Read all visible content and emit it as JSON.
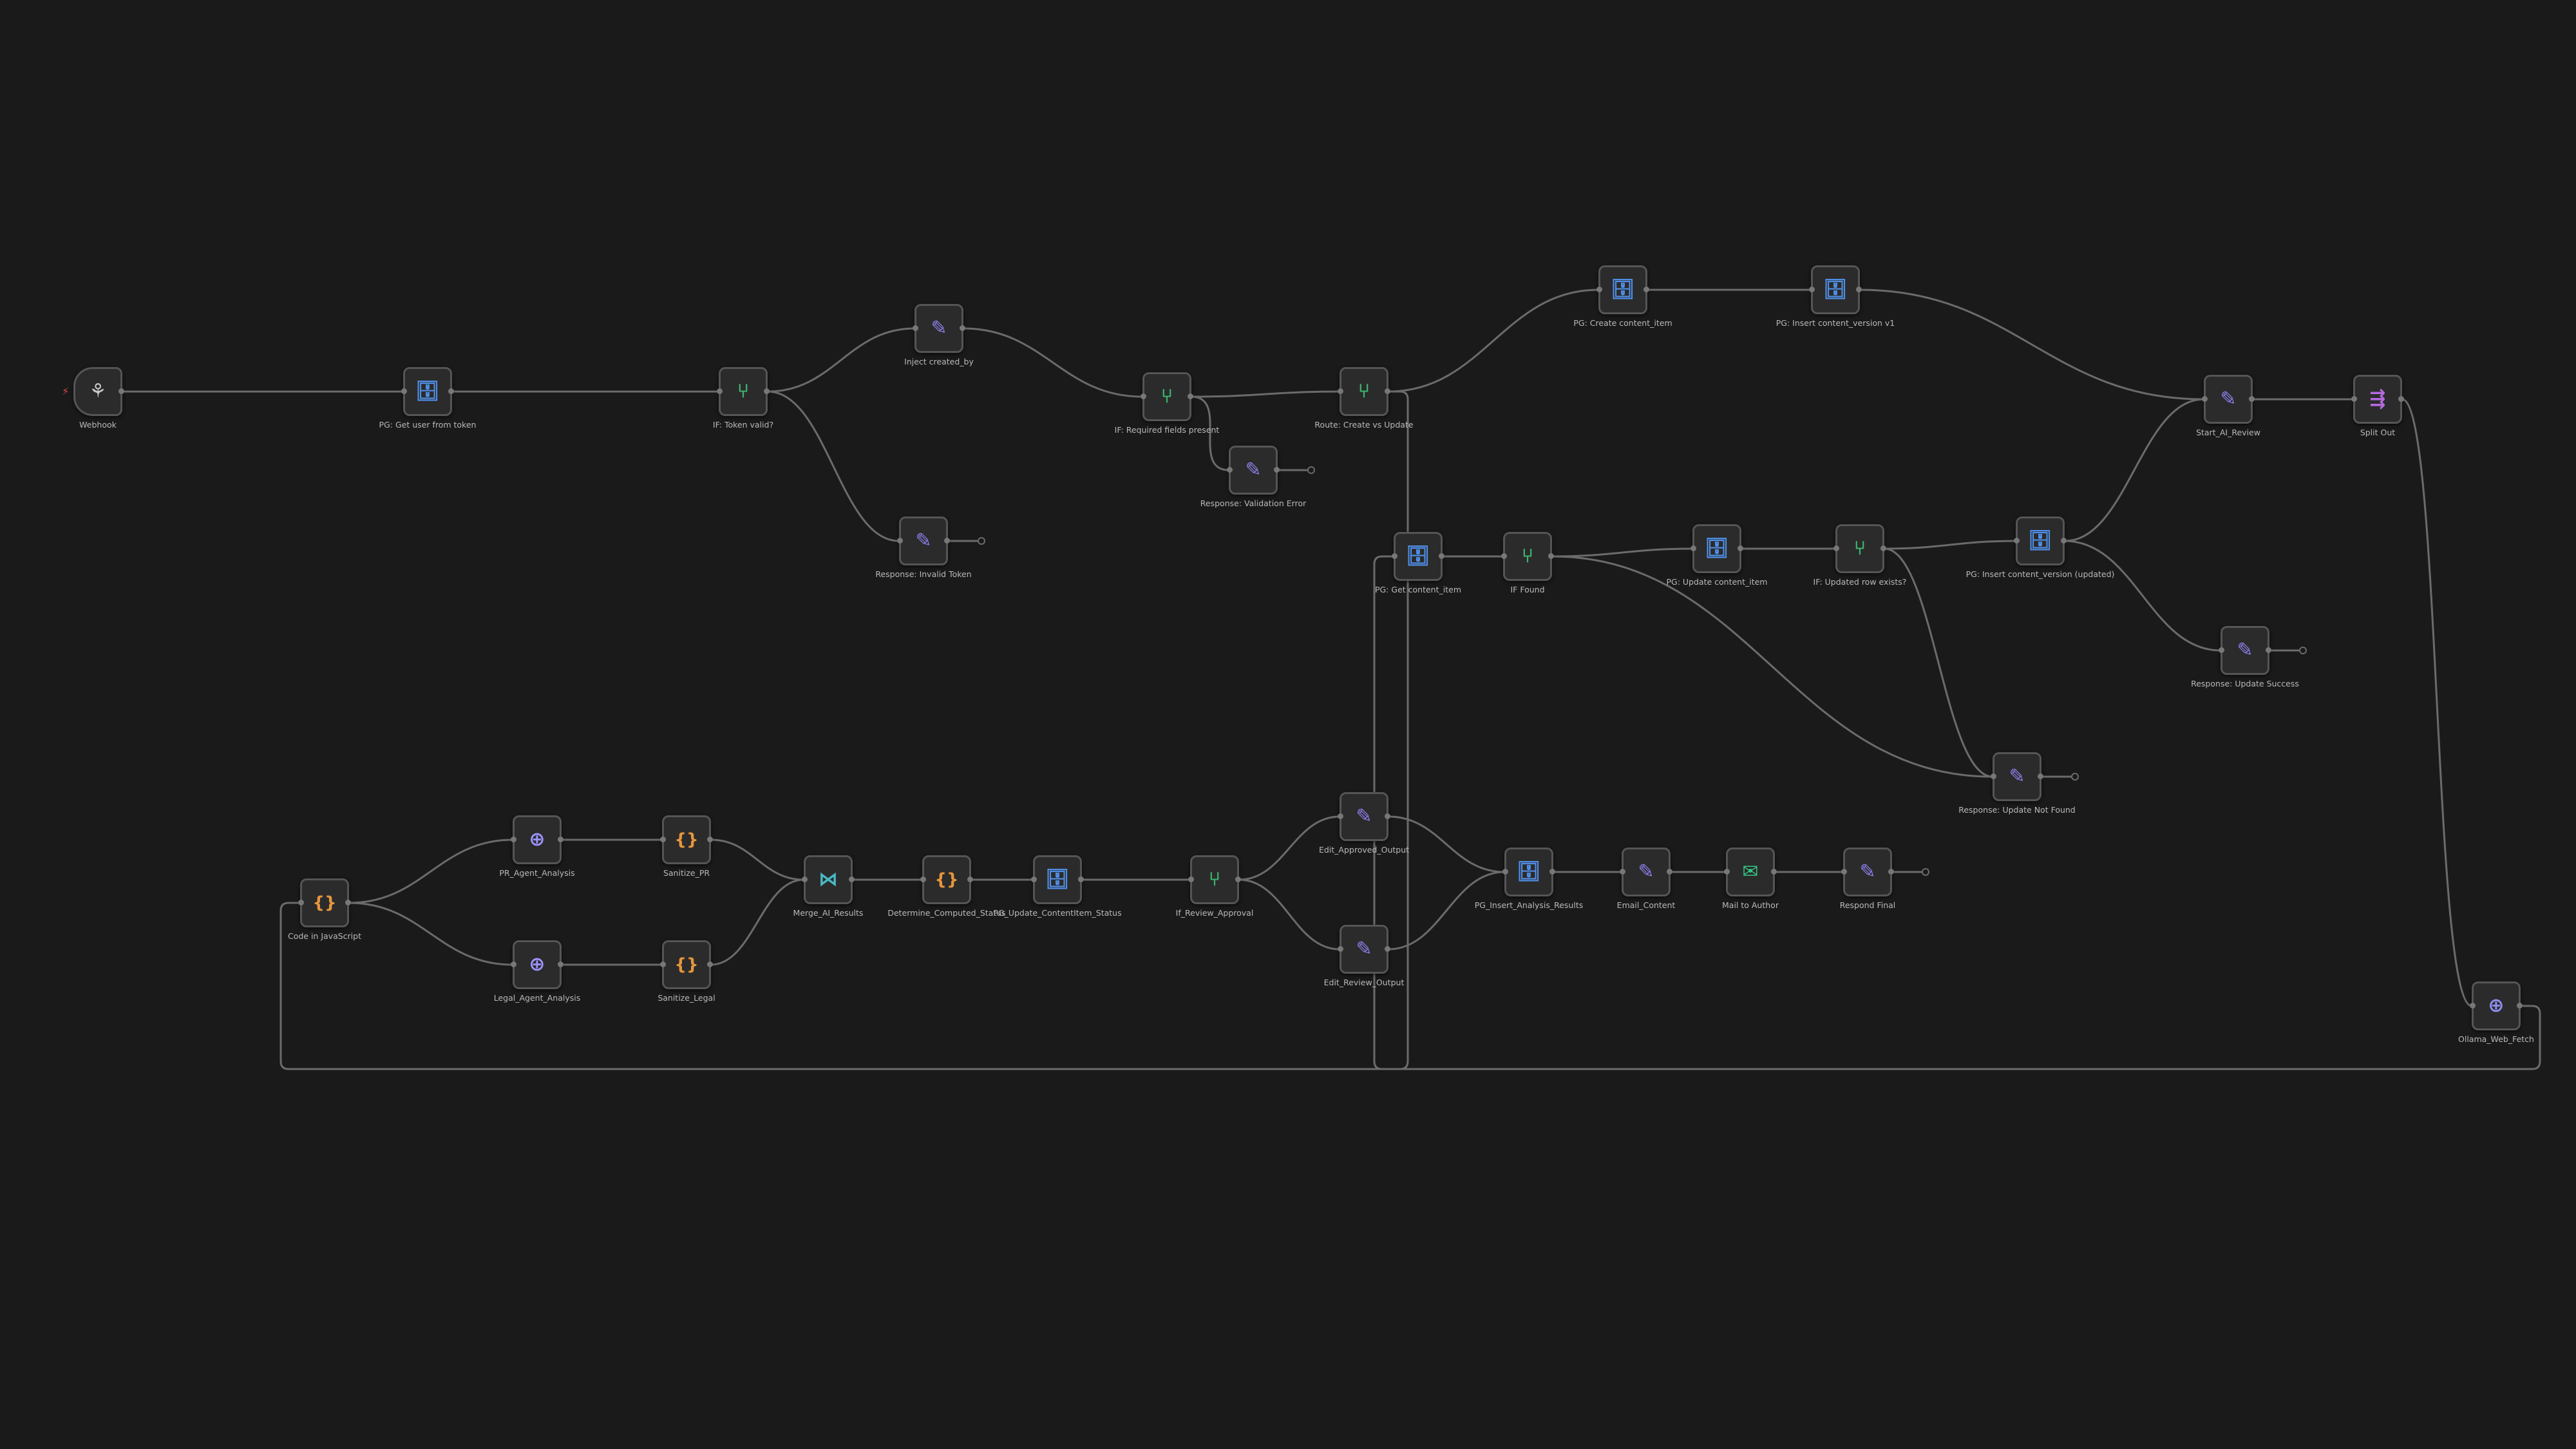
{
  "canvas": {
    "background": "#1a1a1a",
    "edge_color": "#6b6b6b"
  },
  "icon_colors": {
    "webhook": "#c9c9c9",
    "database": "#4f8fe8",
    "if": "#3db36e",
    "edit": "#8b7fe8",
    "code": "#e6963c",
    "merge": "#49b8c4",
    "agent": "#9c93ff",
    "email": "#34c784",
    "split": "#b36ae0",
    "http": "#8f8ff0"
  },
  "nodes": [
    {
      "id": "webhook",
      "label": "Webhook",
      "sub": "",
      "icon": "webhook-icon",
      "glyph": "⚘",
      "kind": "webhook",
      "trigger": true
    },
    {
      "id": "pg_get_user",
      "label": "PG: Get user from token",
      "sub": "",
      "icon": "database-icon",
      "glyph": "🗄",
      "kind": "database"
    },
    {
      "id": "if_token",
      "label": "IF: Token valid?",
      "sub": "",
      "icon": "if-icon",
      "glyph": "⑂",
      "kind": "if"
    },
    {
      "id": "inject_created",
      "label": "Inject created_by",
      "sub": "",
      "icon": "edit-icon",
      "glyph": "✎",
      "kind": "edit"
    },
    {
      "id": "resp_invalid_token",
      "label": "Response: Invalid Token",
      "sub": "",
      "icon": "edit-icon",
      "glyph": "✎",
      "kind": "edit"
    },
    {
      "id": "if_required",
      "label": "IF: Required fields present",
      "sub": "",
      "icon": "if-icon",
      "glyph": "⑂",
      "kind": "if"
    },
    {
      "id": "resp_validation",
      "label": "Response: Validation Error",
      "sub": "",
      "icon": "edit-icon",
      "glyph": "✎",
      "kind": "edit"
    },
    {
      "id": "route",
      "label": "Route: Create vs Update",
      "sub": "",
      "icon": "if-icon",
      "glyph": "⑂",
      "kind": "if"
    },
    {
      "id": "pg_create",
      "label": "PG: Create content_item",
      "sub": "",
      "icon": "database-icon",
      "glyph": "🗄",
      "kind": "database"
    },
    {
      "id": "pg_insert_v1",
      "label": "PG: Insert content_version v1",
      "sub": "",
      "icon": "database-icon",
      "glyph": "🗄",
      "kind": "database"
    },
    {
      "id": "start_review",
      "label": "Start_AI_Review",
      "sub": "",
      "icon": "edit-icon",
      "glyph": "✎",
      "kind": "edit"
    },
    {
      "id": "split_out",
      "label": "Split Out",
      "sub": "",
      "icon": "split-icon",
      "glyph": "⇶",
      "kind": "split"
    },
    {
      "id": "pg_get_item",
      "label": "PG: Get content_item",
      "sub": "",
      "icon": "database-icon",
      "glyph": "🗄",
      "kind": "database"
    },
    {
      "id": "if_found",
      "label": "IF Found",
      "sub": "",
      "icon": "if-icon",
      "glyph": "⑂",
      "kind": "if"
    },
    {
      "id": "pg_update_item",
      "label": "PG: Update content_item",
      "sub": "",
      "icon": "database-icon",
      "glyph": "🗄",
      "kind": "database"
    },
    {
      "id": "if_updated",
      "label": "IF: Updated row exists?",
      "sub": "",
      "icon": "if-icon",
      "glyph": "⑂",
      "kind": "if"
    },
    {
      "id": "pg_insert_updated",
      "label": "PG: Insert content_version (updated)",
      "sub": "",
      "icon": "database-icon",
      "glyph": "🗄",
      "kind": "database"
    },
    {
      "id": "resp_update_success",
      "label": "Response: Update Success",
      "sub": "",
      "icon": "edit-icon",
      "glyph": "✎",
      "kind": "edit"
    },
    {
      "id": "resp_not_found",
      "label": "Response: Update Not Found",
      "sub": "",
      "icon": "edit-icon",
      "glyph": "✎",
      "kind": "edit"
    },
    {
      "id": "code_js",
      "label": "Code in JavaScript",
      "sub": "",
      "icon": "code-icon",
      "glyph": "{}",
      "kind": "code"
    },
    {
      "id": "pr_agent",
      "label": "PR_Agent_Analysis",
      "sub": "",
      "icon": "agent-icon",
      "glyph": "⊕",
      "kind": "agent"
    },
    {
      "id": "legal_agent",
      "label": "Legal_Agent_Analysis",
      "sub": "",
      "icon": "agent-icon",
      "glyph": "⊕",
      "kind": "agent"
    },
    {
      "id": "sanitize_pr",
      "label": "Sanitize_PR",
      "sub": "",
      "icon": "code-icon",
      "glyph": "{}",
      "kind": "code"
    },
    {
      "id": "sanitize_legal",
      "label": "Sanitize_Legal",
      "sub": "",
      "icon": "code-icon",
      "glyph": "{}",
      "kind": "code"
    },
    {
      "id": "merge",
      "label": "Merge_AI_Results",
      "sub": "",
      "icon": "merge-icon",
      "glyph": "⋈",
      "kind": "merge"
    },
    {
      "id": "determine",
      "label": "Determine_Computed_Status",
      "sub": "",
      "icon": "code-icon",
      "glyph": "{}",
      "kind": "code"
    },
    {
      "id": "pg_update_status",
      "label": "PG_Update_ContentItem_Status",
      "sub": "",
      "icon": "database-icon",
      "glyph": "🗄",
      "kind": "database"
    },
    {
      "id": "if_review",
      "label": "If_Review_Approval",
      "sub": "",
      "icon": "if-icon",
      "glyph": "⑂",
      "kind": "if"
    },
    {
      "id": "edit_approved",
      "label": "Edit_Approved_Output",
      "sub": "",
      "icon": "edit-icon",
      "glyph": "✎",
      "kind": "edit"
    },
    {
      "id": "edit_review",
      "label": "Edit_Review_Output",
      "sub": "",
      "icon": "edit-icon",
      "glyph": "✎",
      "kind": "edit"
    },
    {
      "id": "pg_insert_analysis",
      "label": "PG_Insert_Analysis_Results",
      "sub": "",
      "icon": "database-icon",
      "glyph": "🗄",
      "kind": "database"
    },
    {
      "id": "email_content",
      "label": "Email_Content",
      "sub": "",
      "icon": "edit-icon",
      "glyph": "✎",
      "kind": "edit"
    },
    {
      "id": "mail_author",
      "label": "Mail to Author",
      "sub": "",
      "icon": "email-icon",
      "glyph": "✉",
      "kind": "email"
    },
    {
      "id": "respond_final",
      "label": "Respond Final",
      "sub": "",
      "icon": "edit-icon",
      "glyph": "✎",
      "kind": "edit"
    },
    {
      "id": "ollama",
      "label": "Ollama_Web_Fetch",
      "sub": "",
      "icon": "http-icon",
      "glyph": "⊕",
      "kind": "http"
    }
  ],
  "connections": [
    [
      "webhook",
      "pg_get_user"
    ],
    [
      "pg_get_user",
      "if_token"
    ],
    [
      "if_token",
      "inject_created"
    ],
    [
      "if_token",
      "resp_invalid_token"
    ],
    [
      "inject_created",
      "if_required"
    ],
    [
      "if_required",
      "route"
    ],
    [
      "if_required",
      "resp_validation"
    ],
    [
      "route",
      "pg_create"
    ],
    [
      "route",
      "pg_get_item"
    ],
    [
      "pg_create",
      "pg_insert_v1"
    ],
    [
      "pg_insert_v1",
      "start_review"
    ],
    [
      "start_review",
      "split_out"
    ],
    [
      "split_out",
      "ollama"
    ],
    [
      "pg_get_item",
      "if_found"
    ],
    [
      "if_found",
      "pg_update_item"
    ],
    [
      "if_found",
      "resp_not_found"
    ],
    [
      "pg_update_item",
      "if_updated"
    ],
    [
      "if_updated",
      "pg_insert_updated"
    ],
    [
      "if_updated",
      "resp_not_found"
    ],
    [
      "pg_insert_updated",
      "start_review"
    ],
    [
      "pg_insert_updated",
      "resp_update_success"
    ],
    [
      "ollama",
      "code_js"
    ],
    [
      "code_js",
      "pr_agent"
    ],
    [
      "code_js",
      "legal_agent"
    ],
    [
      "pr_agent",
      "sanitize_pr"
    ],
    [
      "legal_agent",
      "sanitize_legal"
    ],
    [
      "sanitize_pr",
      "merge"
    ],
    [
      "sanitize_legal",
      "merge"
    ],
    [
      "merge",
      "determine"
    ],
    [
      "determine",
      "pg_update_status"
    ],
    [
      "pg_update_status",
      "if_review"
    ],
    [
      "if_review",
      "edit_approved"
    ],
    [
      "if_review",
      "edit_review"
    ],
    [
      "edit_approved",
      "pg_insert_analysis"
    ],
    [
      "edit_review",
      "pg_insert_analysis"
    ],
    [
      "pg_insert_analysis",
      "email_content"
    ],
    [
      "email_content",
      "mail_author"
    ],
    [
      "mail_author",
      "respond_final"
    ]
  ],
  "dangling_outputs": [
    "resp_invalid_token",
    "resp_validation",
    "resp_update_success",
    "resp_not_found",
    "respond_final"
  ]
}
